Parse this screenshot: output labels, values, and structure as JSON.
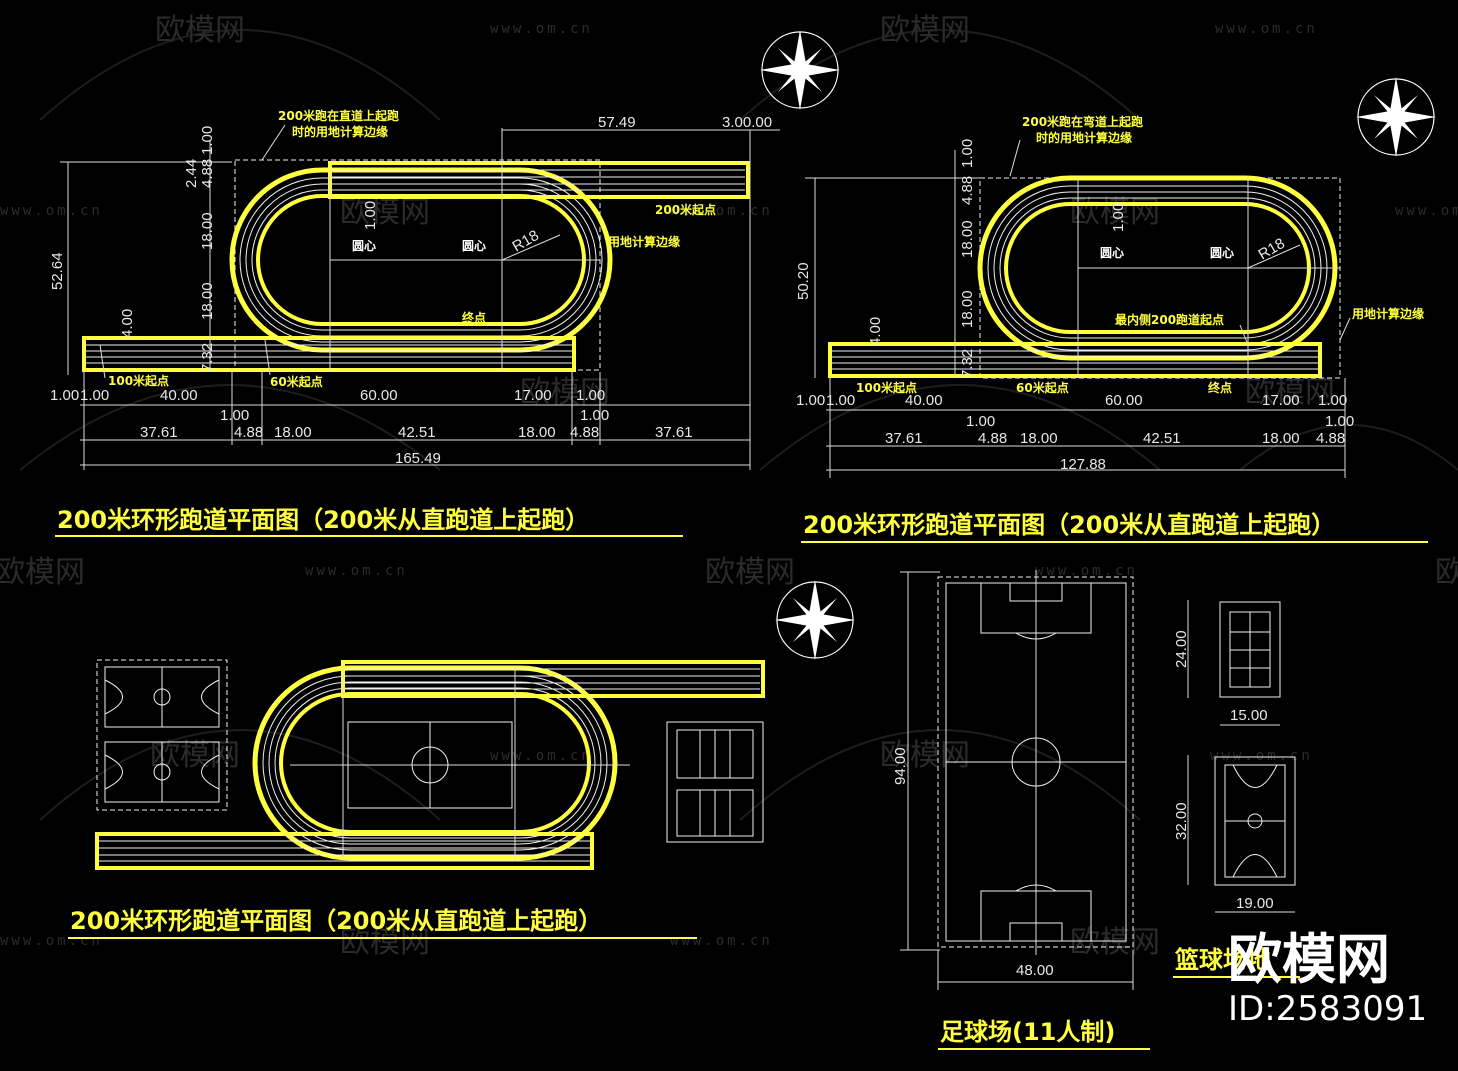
{
  "watermark": {
    "name": "欧模网",
    "url": "www.om.cn"
  },
  "brand": {
    "logo": "欧模网",
    "id_text": "ID:2583091"
  },
  "colors": {
    "track": "#ffff40",
    "lines": "#f0f0f0",
    "background": "#000000"
  },
  "compass_icon": "north-arrow-compass",
  "plan_a": {
    "title": "200米环形跑道平面图（200米从直跑道上起跑）",
    "labels": {
      "edge_note_1": "200米跑在直道上起跑",
      "edge_note_2": "时的用地计算边缘",
      "center_left": "圆心",
      "center_right": "圆心",
      "radius": "R18",
      "site_edge": "用地计算边缘",
      "finish": "终点",
      "start_200": "200米起点",
      "start_100": "100米起点",
      "start_60": "60米起点"
    },
    "dims": {
      "top_straight": "57.49",
      "top_end": "3.00.00",
      "height": "52.64",
      "v1": "2.44",
      "v2": "4.88",
      "v3": "1.00",
      "v4": "18.00",
      "v5": "18.00",
      "v6": "4.00",
      "v7": "1.00",
      "v8": "7.32",
      "v_center": "1.00",
      "h_mid": "1.00",
      "row1": [
        "1.00",
        "1.00",
        "40.00",
        "60.00",
        "17.00",
        "1.00"
      ],
      "row2": [
        "1.00",
        "1.00"
      ],
      "row3": [
        "37.61",
        "4.88",
        "18.00",
        "42.51",
        "18.00",
        "4.88",
        "37.61"
      ],
      "total": "165.49"
    }
  },
  "plan_b": {
    "title": "200米环形跑道平面图（200米从直跑道上起跑）",
    "labels": {
      "edge_note_1": "200米跑在弯道上起跑",
      "edge_note_2": "时的用地计算边缘",
      "center_left": "圆心",
      "center_right": "圆心",
      "radius": "R18",
      "site_edge": "用地计算边缘",
      "inner_start": "最内侧200跑道起点",
      "start_100": "100米起点",
      "start_60": "60米起点",
      "finish": "终点"
    },
    "dims": {
      "height": "50.20",
      "v1": "4.88",
      "v2": "1.00",
      "v3": "18.00",
      "v4": "18.00",
      "v5": "4.00",
      "v6": "1.00",
      "v7": "7.32",
      "v_center": "1.00",
      "row1": [
        "1.00",
        "1.00",
        "40.00",
        "60.00",
        "17.00",
        "1.00"
      ],
      "row2": [
        "1.00",
        "1.00"
      ],
      "row3": [
        "37.61",
        "4.88",
        "18.00",
        "42.51",
        "18.00",
        "4.88"
      ],
      "total": "127.88"
    }
  },
  "plan_c": {
    "title": "200米环形跑道平面图（200米从直跑道上起跑）"
  },
  "football": {
    "title": "足球场(11人制)",
    "length": "94.00",
    "width": "48.00"
  },
  "basketball": {
    "title": "篮球场地",
    "dim_a": "24.00",
    "dim_b": "15.00",
    "dim_c": "32.00",
    "dim_d": "19.00"
  }
}
